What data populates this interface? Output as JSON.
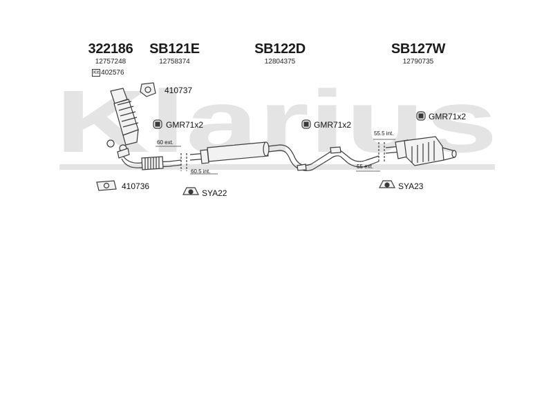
{
  "watermark": "Klarius",
  "columns": [
    {
      "code": "322186",
      "oem": "12757248"
    },
    {
      "code": "SB121E",
      "oem": "12758374"
    },
    {
      "code": "SB122D",
      "oem": "12804375"
    },
    {
      "code": "SB127W",
      "oem": "12790735"
    }
  ],
  "kit": {
    "badge": "Kit",
    "number": "402576"
  },
  "parts": {
    "gasket_top": "410737",
    "gasket_bottom": "410736",
    "gmr_1": "GMR71x2",
    "gmr_2": "GMR71x2",
    "gmr_3": "GMR71x2",
    "sya_1": "SYA22",
    "sya_2": "SYA23"
  },
  "dimensions": {
    "d1": "60 ext.",
    "d2": "60.5 int.",
    "d3": "55.5 int.",
    "d4": "55 ext."
  },
  "colors": {
    "watermark": "#e3e3e3",
    "line": "#3a3a3a",
    "part_fill": "#f2f2f2"
  }
}
